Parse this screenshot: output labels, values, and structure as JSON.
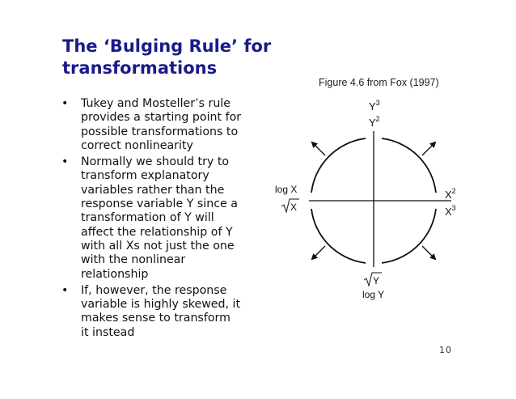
{
  "slide": {
    "title_lines": [
      "The ‘Bulging Rule’ for",
      "transformations"
    ],
    "bullets": [
      {
        "lines": [
          "Tukey and Mosteller’s rule",
          "provides a starting point for",
          "possible transformations to",
          "correct nonlinearity"
        ]
      },
      {
        "lines": [
          "Normally we should try to",
          "transform explanatory",
          "variables rather than the",
          "response variable Y since a",
          "transformation of Y will",
          "affect the relationship of Y",
          "with all Xs not just the one",
          "with the nonlinear",
          "relationship"
        ]
      },
      {
        "lines": [
          "If, however, the response",
          "variable is highly skewed, it",
          "makes sense to transform",
          "it instead"
        ]
      }
    ],
    "bullet_char": "•",
    "page_number": "10"
  },
  "figure": {
    "caption": "Figure 4.6 from Fox (1997)",
    "labels": {
      "top_y3_base": "Y",
      "top_y3_exp": "3",
      "top_y2_base": "Y",
      "top_y2_exp": "2",
      "right_x2_base": "X",
      "right_x2_exp": "2",
      "right_x3_base": "X",
      "right_x3_exp": "3",
      "left_log": "log X",
      "left_sqrt": "X",
      "bottom_sqrt": "Y",
      "bottom_log": "log Y"
    }
  }
}
